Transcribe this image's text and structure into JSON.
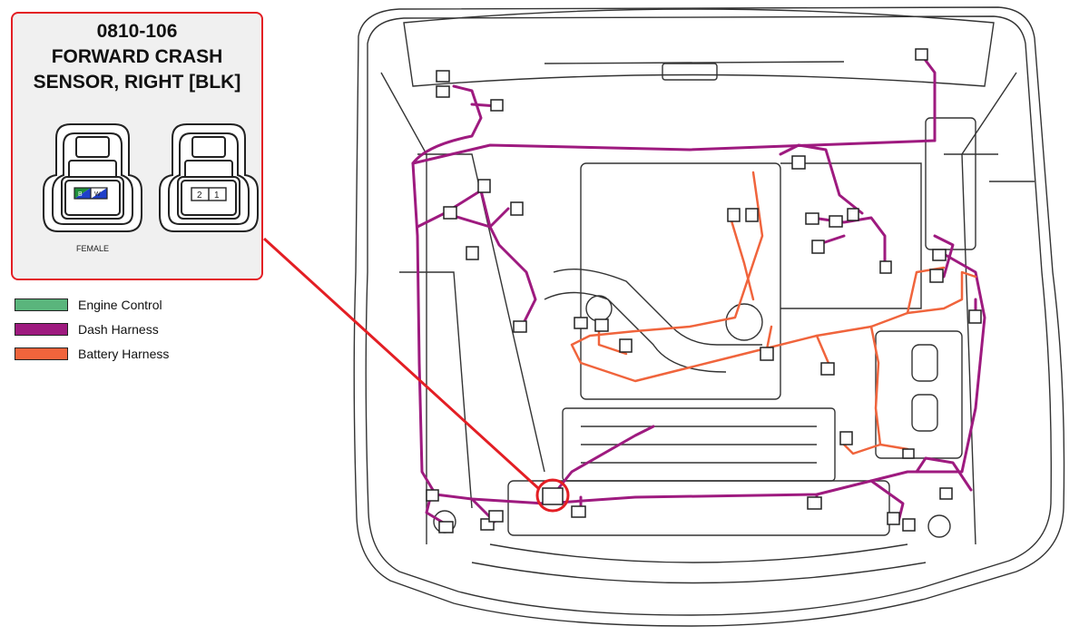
{
  "callout": {
    "title_lines": [
      "0810-106",
      "FORWARD CRASH",
      "SENSOR, RIGHT [BLK]"
    ],
    "female_label": "FEMALE",
    "left_connector_pins": [
      "B",
      "W"
    ],
    "right_connector_pins": [
      "2",
      "1"
    ]
  },
  "legend": [
    {
      "label": "Engine Control",
      "color": "#5ab57c"
    },
    {
      "label": "Dash Harness",
      "color": "#9e1a7f"
    },
    {
      "label": "Battery Harness",
      "color": "#f0643c"
    }
  ],
  "colors": {
    "callout_border": "#e31e24",
    "dash_harness": "#9e1a7f",
    "battery_harness": "#f0643c",
    "engine_control": "#5ab57c",
    "pin_b": "#1f8f3a",
    "pin_w": "#1f3fc9"
  }
}
